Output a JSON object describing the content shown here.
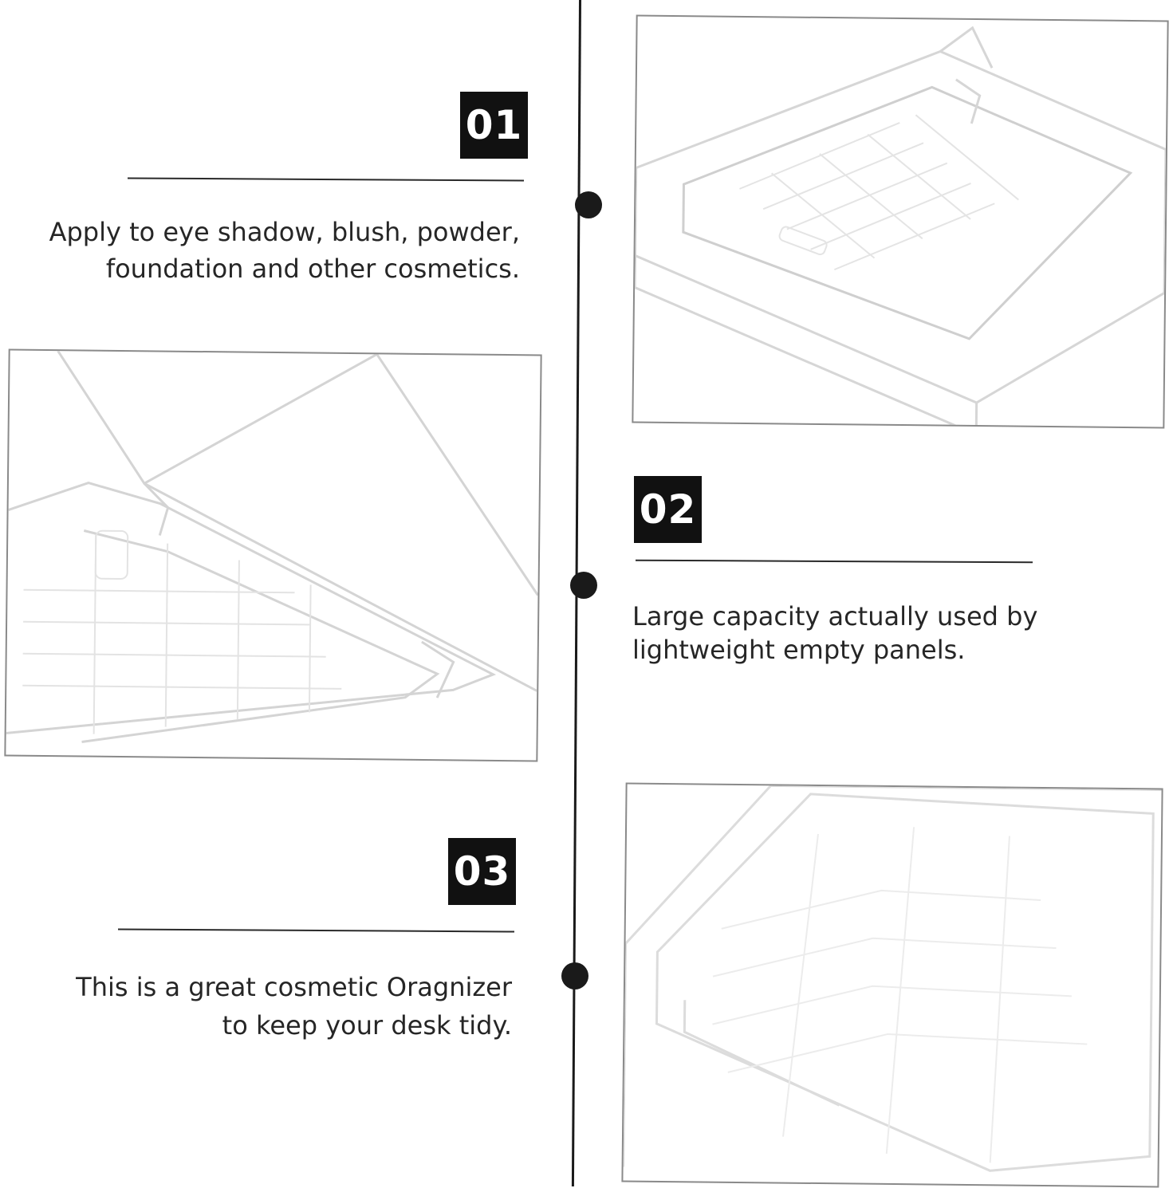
{
  "steps": [
    {
      "number": "01",
      "lines": [
        "Apply to eye shadow, blush, powder,",
        "foundation and other cosmetics."
      ]
    },
    {
      "number": "02",
      "lines": [
        "Large capacity actually used by",
        "lightweight empty panels."
      ]
    },
    {
      "number": "03",
      "lines": [
        "This is a great cosmetic Oragnizer",
        "to keep your desk tidy."
      ]
    }
  ],
  "photos": [
    {
      "subject": "clear-cosmetic-palette-angled"
    },
    {
      "subject": "clear-cosmetic-palette-open-lid"
    },
    {
      "subject": "clear-cosmetic-palette-top-view"
    }
  ],
  "colors": {
    "badge": "#111111",
    "badge_text": "#ffffff",
    "timeline": "#1a1a1a",
    "photo_border": "#8a8a8a"
  }
}
